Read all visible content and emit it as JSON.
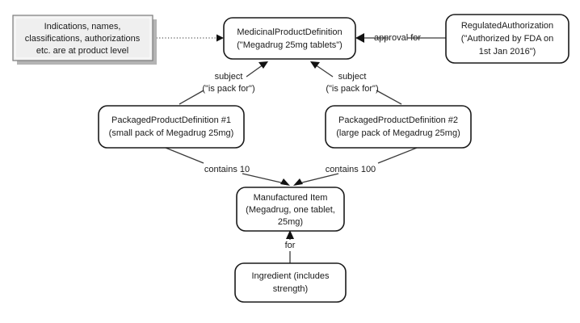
{
  "diagram": {
    "title": "Medicinal Product Definition relationships",
    "background_color": "#ffffff",
    "node_fill": "#ffffff",
    "node_stroke": "#1a1a1a",
    "note_fill": "#efefef",
    "note_stroke": "#7a7a7a",
    "edge_color": "#3a3a3a"
  },
  "note": {
    "id": "product-level-note",
    "lines": [
      "Indications, names,",
      "classifications, authorizations",
      "etc. are at product level"
    ]
  },
  "nodes": [
    {
      "id": "medicinal-product-definition",
      "lines": [
        "MedicinalProductDefinition",
        "(\"Megadrug 25mg tablets\")"
      ]
    },
    {
      "id": "regulated-authorization",
      "lines": [
        "RegulatedAuthorization",
        "(\"Authorized by FDA on",
        "1st Jan 2016\")"
      ]
    },
    {
      "id": "packaged-product-definition-1",
      "lines": [
        "PackagedProductDefinition #1",
        "(small pack of Megadrug 25mg)"
      ]
    },
    {
      "id": "packaged-product-definition-2",
      "lines": [
        "PackagedProductDefinition #2",
        "(large pack of Megadrug 25mg)"
      ]
    },
    {
      "id": "manufactured-item",
      "lines": [
        "Manufactured Item",
        "(Megadrug, one tablet,",
        "25mg)"
      ]
    },
    {
      "id": "ingredient",
      "lines": [
        "Ingredient (includes",
        "strength)"
      ]
    }
  ],
  "edges": [
    {
      "id": "edge-note-to-product",
      "from": "product-level-note",
      "to": "medicinal-product-definition",
      "style": "dotted",
      "label_lines": []
    },
    {
      "id": "edge-authorization-to-product",
      "from": "regulated-authorization",
      "to": "medicinal-product-definition",
      "style": "solid",
      "label_lines": [
        "approval for"
      ]
    },
    {
      "id": "edge-pack1-to-product",
      "from": "packaged-product-definition-1",
      "to": "medicinal-product-definition",
      "style": "solid",
      "label_lines": [
        "subject",
        "(\"is pack for\")"
      ]
    },
    {
      "id": "edge-pack2-to-product",
      "from": "packaged-product-definition-2",
      "to": "medicinal-product-definition",
      "style": "solid",
      "label_lines": [
        "subject",
        "(\"is pack for\")"
      ]
    },
    {
      "id": "edge-pack1-to-item",
      "from": "packaged-product-definition-1",
      "to": "manufactured-item",
      "style": "solid",
      "label_lines": [
        "contains 10"
      ]
    },
    {
      "id": "edge-pack2-to-item",
      "from": "packaged-product-definition-2",
      "to": "manufactured-item",
      "style": "solid",
      "label_lines": [
        "contains 100"
      ]
    },
    {
      "id": "edge-ingredient-to-item",
      "from": "ingredient",
      "to": "manufactured-item",
      "style": "solid",
      "label_lines": [
        "for"
      ]
    }
  ],
  "labels": {
    "approval_for": "approval for",
    "subject_left_line1": "subject",
    "subject_left_line2": "(\"is pack for\")",
    "subject_right_line1": "subject",
    "subject_right_line2": "(\"is pack for\")",
    "contains_10": "contains 10",
    "contains_100": "contains 100",
    "for": "for"
  }
}
